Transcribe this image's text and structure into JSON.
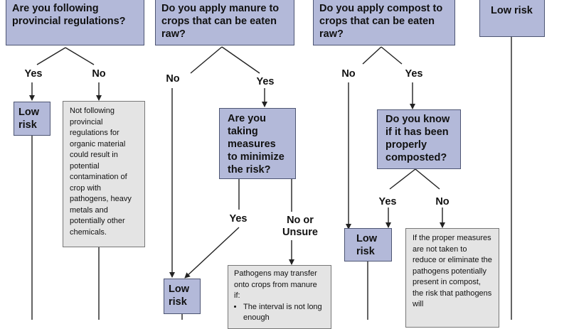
{
  "questions": {
    "q1": "Are you following provincial regulations?",
    "q2": "Do you apply manure to crops that can be eaten raw?",
    "q3": "Do you apply compost to crops that can be eaten raw?",
    "q2b": "Are you taking measures to minimize the risk?",
    "q3b": "Do you know if it has been properly composted?"
  },
  "outcomes": {
    "low_risk_top": "Low risk",
    "low_risk_1": "Low risk",
    "low_risk_2": "Low risk",
    "low_risk_3": "Low risk"
  },
  "labels": {
    "yes_1": "Yes",
    "no_1": "No",
    "no_2": "No",
    "yes_2": "Yes",
    "yes_2b": "Yes",
    "no_unsure_2b": "No or Unsure",
    "no_3": "No",
    "yes_3": "Yes",
    "yes_3b": "Yes",
    "no_3b": "No"
  },
  "notes": {
    "regulations_note": "Not following provincial regulations for organic material could result in potential contamination of crop with pathogens, heavy metals and potentially other chemicals.",
    "manure_note_intro": "Pathogens may transfer onto crops from manure if:",
    "manure_note_bullet_1": "The interval is not long enough",
    "compost_note": "If the proper measures are not taken to reduce or eliminate the pathogens potentially present in compost, the risk that pathogens will"
  },
  "colors": {
    "question_fill": "#b3b9d9",
    "note_fill": "#e4e4e4",
    "line": "#222222"
  }
}
